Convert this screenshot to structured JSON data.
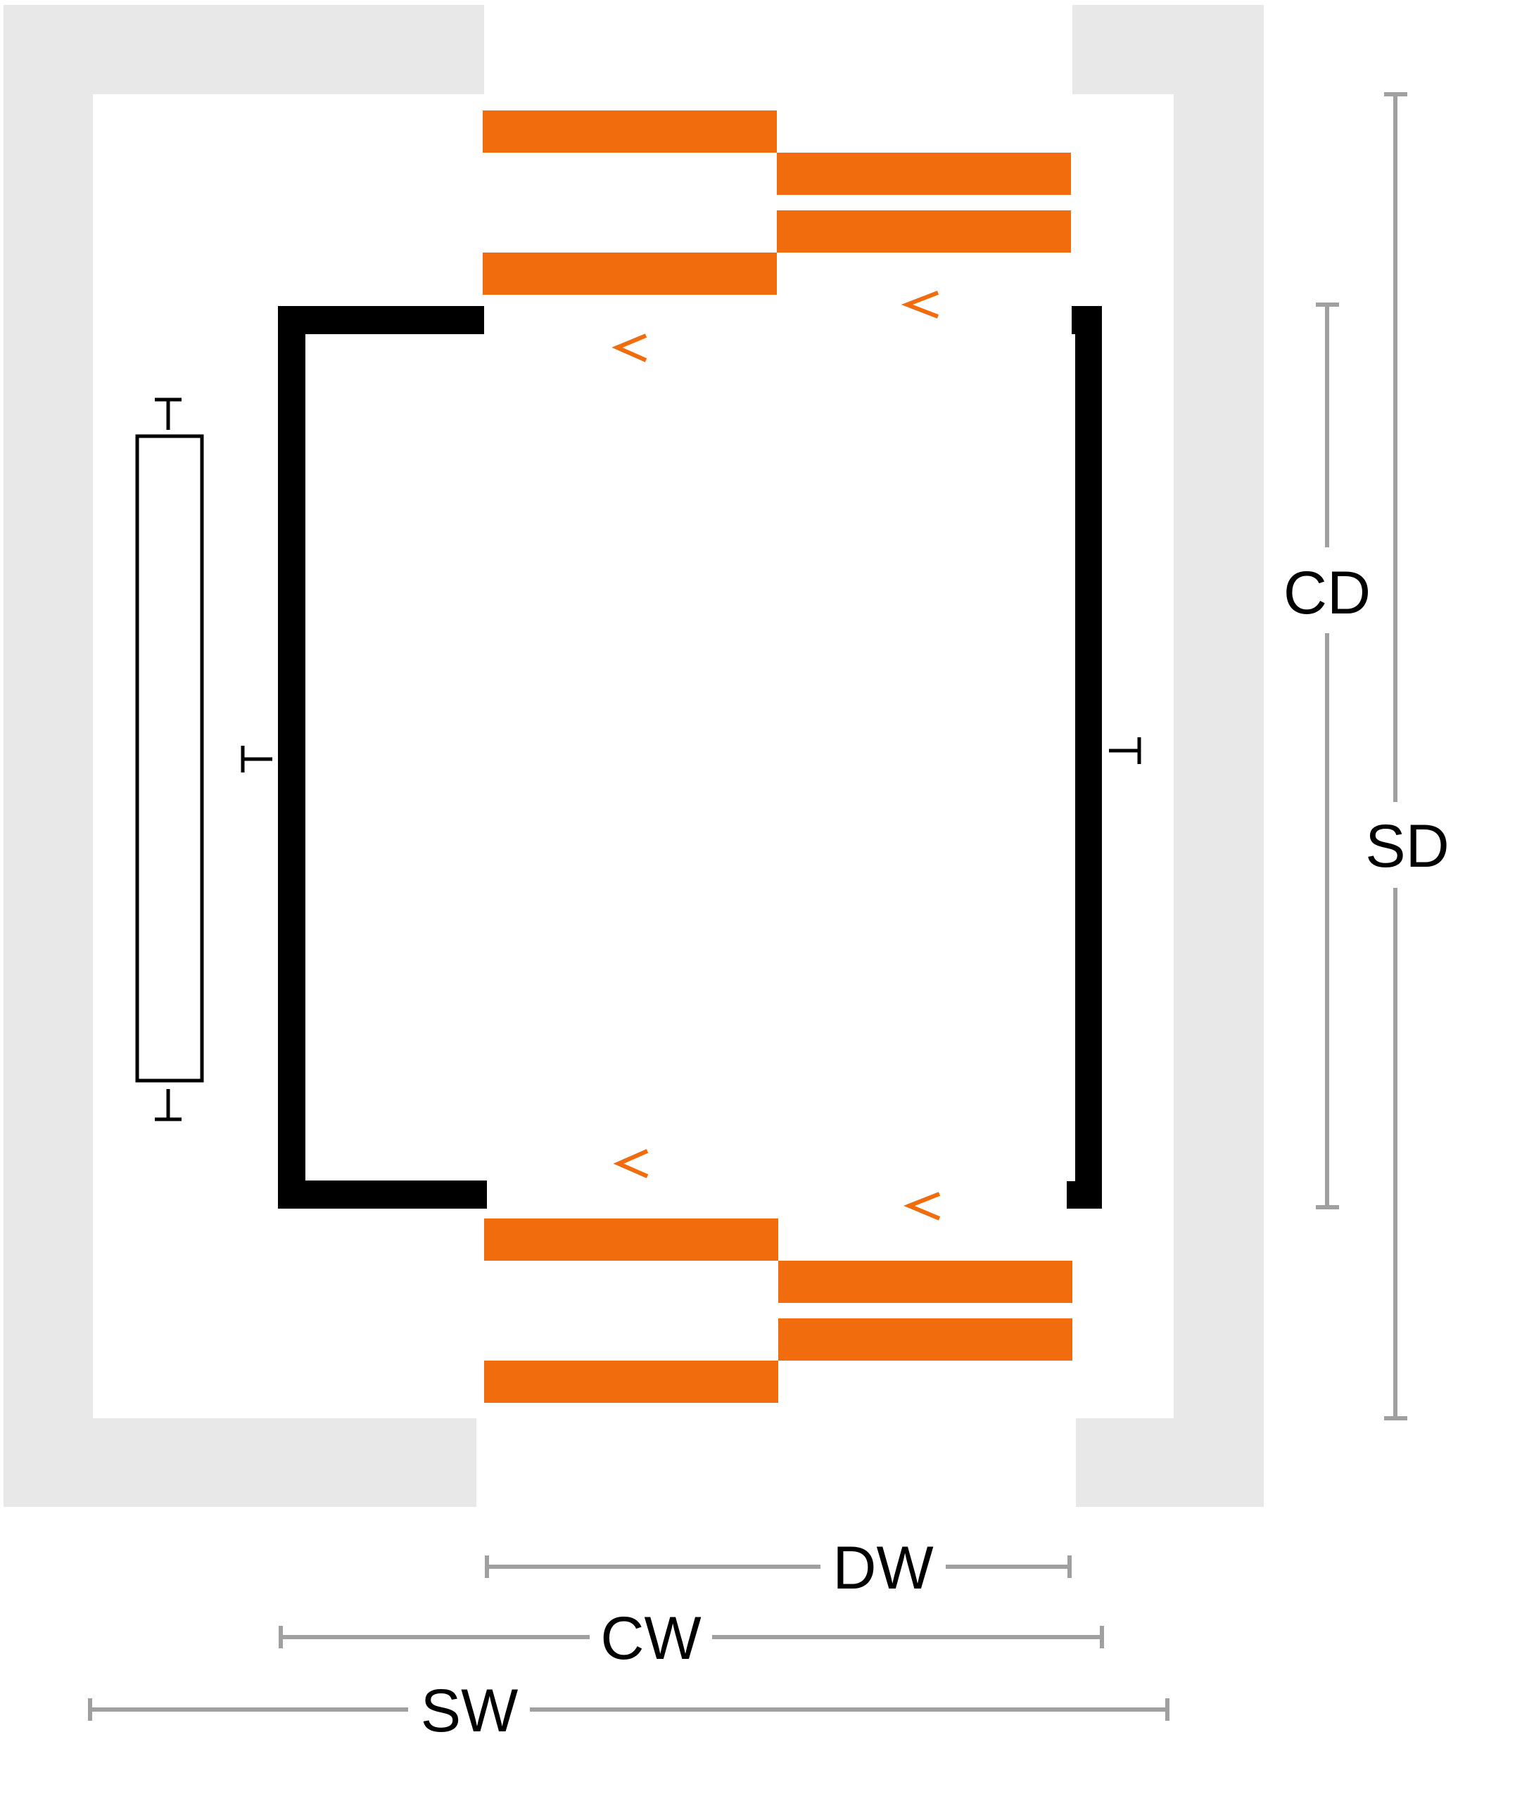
{
  "colors": {
    "shaft": "#e8e8e8",
    "door_panel": "#f06c0d",
    "car": "#000000",
    "dimension_line": "#a0a0a0",
    "label": "#000000",
    "background": "#ffffff"
  },
  "dimensions": {
    "shaft_depth": "SD",
    "car_depth": "CD",
    "door_width": "DW",
    "car_width": "CW",
    "shaft_width": "SW"
  },
  "icons": {
    "door_direction_arrows": "chevron-left-icon",
    "wall_marker": "t-bar-icon"
  }
}
